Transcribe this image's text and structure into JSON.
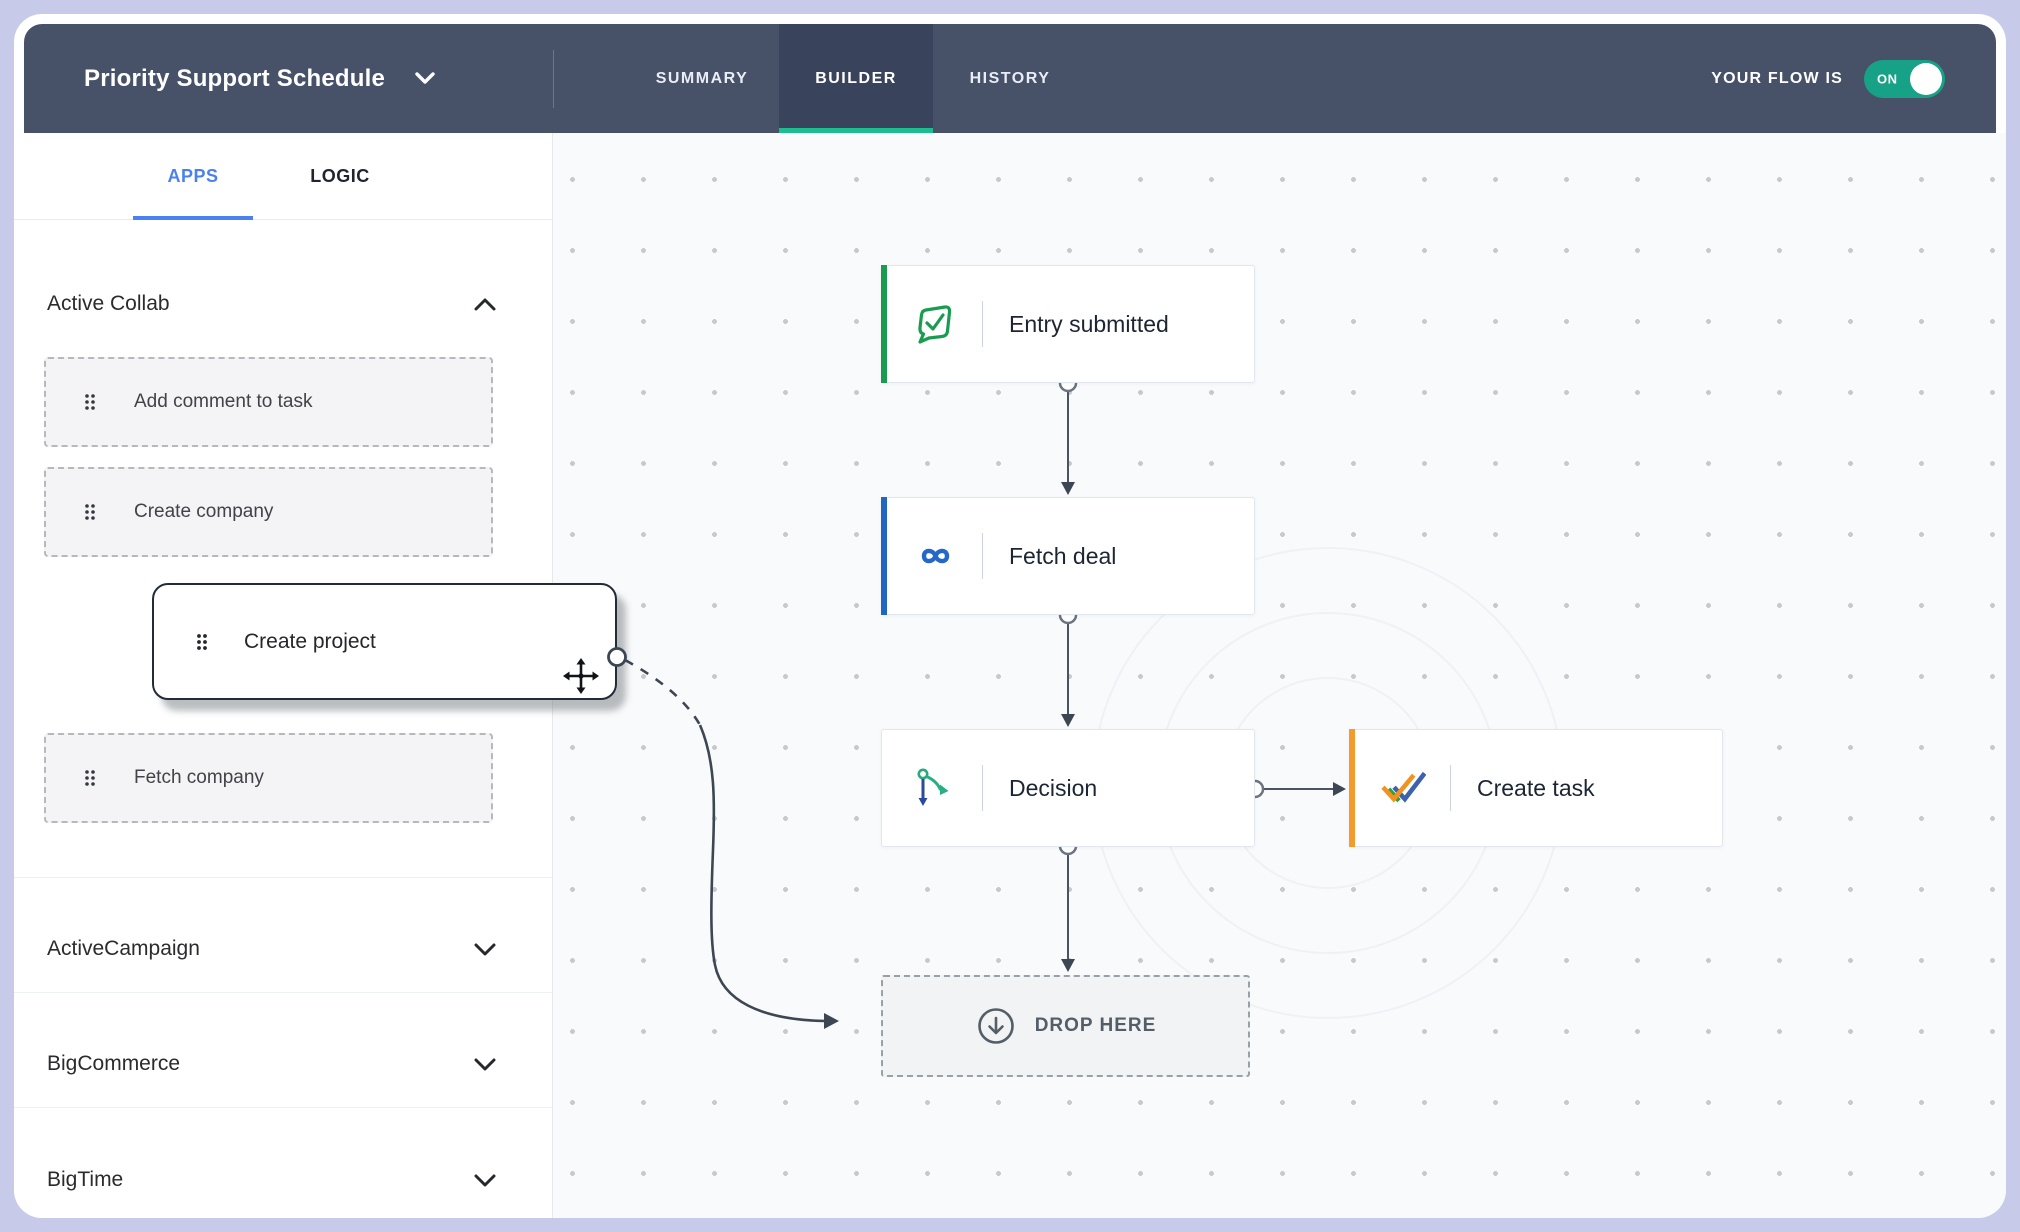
{
  "header": {
    "title": "Priority Support Schedule",
    "tabs": [
      {
        "label": "SUMMARY",
        "active": false
      },
      {
        "label": "BUILDER",
        "active": true
      },
      {
        "label": "HISTORY",
        "active": false
      }
    ],
    "flow_status_label": "YOUR FLOW IS",
    "toggle_state": "ON"
  },
  "sidebar": {
    "tabs": [
      {
        "label": "APPS",
        "active": true
      },
      {
        "label": "LOGIC",
        "active": false
      }
    ],
    "sections": [
      {
        "name": "Active Collab",
        "expanded": true,
        "items": [
          "Add comment to task",
          "Create company",
          "Fetch company"
        ]
      },
      {
        "name": "ActiveCampaign",
        "expanded": false
      },
      {
        "name": "BigCommerce",
        "expanded": false
      },
      {
        "name": "BigTime",
        "expanded": false
      }
    ],
    "dragging_item": {
      "label": "Create project"
    }
  },
  "canvas": {
    "nodes": [
      {
        "label": "Entry submitted",
        "accent": "#1a9c50",
        "icon": "form-check-icon"
      },
      {
        "label": "Fetch deal",
        "accent": "#2166c1",
        "icon": "crm-link-icon"
      },
      {
        "label": "Decision",
        "accent": "",
        "icon": "branch-icon"
      },
      {
        "label": "Create task",
        "accent": "#f39b2d",
        "icon": "double-check-icon"
      }
    ],
    "drop_zone": {
      "label": "DROP HERE"
    }
  },
  "colors": {
    "header_bg": "#475168",
    "active_tab_bg": "#39445c",
    "builder_accent_green": "#1ebd8d",
    "toggle_green": "#17a186",
    "apps_tab_blue": "#4b80f2",
    "trigger_green": "#1a9c50",
    "crm_blue": "#2166c1",
    "task_orange": "#f39b2d"
  }
}
